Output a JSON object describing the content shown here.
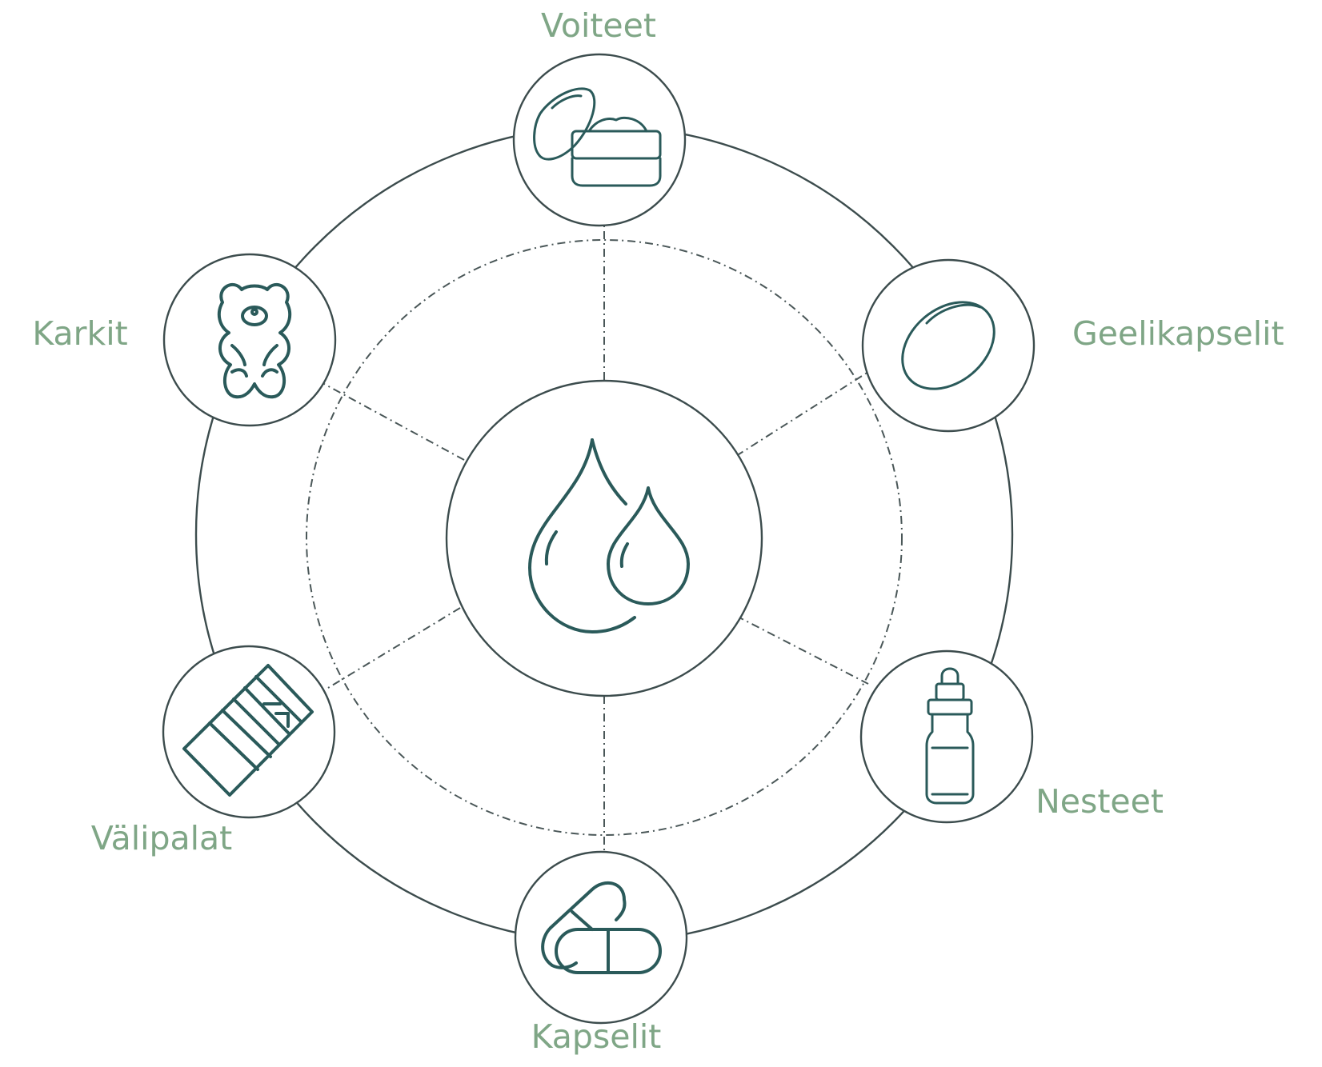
{
  "colors": {
    "label": "#7fa686",
    "icon_stroke": "#2a5a5a",
    "ring_stroke": "#3c4c4d"
  },
  "center": {
    "icon": "oil-drops-icon"
  },
  "nodes": [
    {
      "id": "voiteet",
      "label": "Voiteet",
      "icon": "cream-jar-icon"
    },
    {
      "id": "geelikapselit",
      "label": "Geelikapselit",
      "icon": "softgel-icon"
    },
    {
      "id": "nesteet",
      "label": "Nesteet",
      "icon": "dropper-bottle-icon"
    },
    {
      "id": "kapselit",
      "label": "Kapselit",
      "icon": "capsules-icon"
    },
    {
      "id": "valipalat",
      "label": "Välipalat",
      "icon": "chocolate-bar-icon"
    },
    {
      "id": "karkit",
      "label": "Karkit",
      "icon": "gummy-bear-icon"
    }
  ]
}
